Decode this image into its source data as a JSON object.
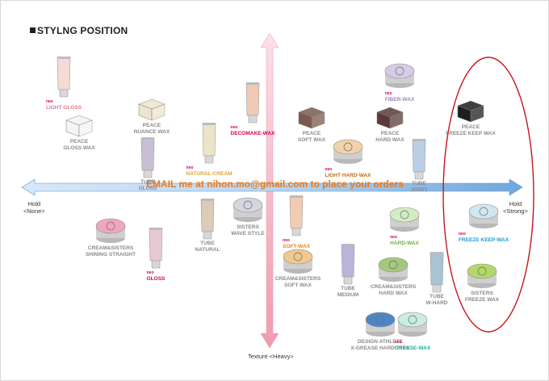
{
  "title": "STYLNG POSITION",
  "overlay_text": "EMAIL me at nihon.mo@gmail.com to place your orders",
  "axes": {
    "left_hold": "Hold",
    "left_hold_sub": "<None>",
    "right_hold": "Hold",
    "right_hold_sub": "<Strong>",
    "texture_bottom": "Texture <Heavy>"
  },
  "colors": {
    "axis_arrow": "#9dc3ea",
    "vertical_arrow": "#f5b8c4",
    "highlight_ellipse": "#c4161c"
  },
  "products": [
    {
      "id": "light-gloss",
      "brand": "",
      "name": "LIGHT GLOSS",
      "neo": true,
      "color": "#e8788a",
      "type": "tube",
      "tint": "#f4dcd6"
    },
    {
      "id": "nuance-wax",
      "brand": "PEACE",
      "name": "NUANCE WAX",
      "neo": false,
      "color": "#8a8a8a",
      "type": "cube",
      "tint": "#efe4cf"
    },
    {
      "id": "gloss-wax",
      "brand": "PEACE",
      "name": "GLOSS WAX",
      "neo": false,
      "color": "#8a8a8a",
      "type": "cube",
      "tint": "#f4f4f4"
    },
    {
      "id": "tube-gloss",
      "brand": "TUBE",
      "name": "GLOSS",
      "neo": false,
      "color": "#8a8a8a",
      "type": "tube",
      "tint": "#c9bfd4"
    },
    {
      "id": "natural-cream",
      "brand": "",
      "name": "NATURAL-CREAM",
      "neo": true,
      "color": "#e9a12c",
      "type": "tube",
      "tint": "#ece4c8"
    },
    {
      "id": "decomake-wax",
      "brand": "",
      "name": "DECOMAKE-WAX",
      "neo": true,
      "color": "#d6004e",
      "type": "tube",
      "tint": "#f1c9b4"
    },
    {
      "id": "soft-wax",
      "brand": "PEACE",
      "name": "SOFT WAX",
      "neo": false,
      "color": "#8a8a8a",
      "type": "cube",
      "tint": "#7a5a4e"
    },
    {
      "id": "hard-wax",
      "brand": "PEACE",
      "name": "HARD WAX",
      "neo": false,
      "color": "#8a8a8a",
      "type": "cube",
      "tint": "#5a3b36"
    },
    {
      "id": "fiber-wax",
      "brand": "",
      "name": "FIBER-WAX",
      "neo": true,
      "color": "#a083c4",
      "type": "jar",
      "tint": "#d7cbe8"
    },
    {
      "id": "light-hard-wax",
      "brand": "",
      "name": "LIGHT HARD-WAX",
      "neo": true,
      "color": "#c96a12",
      "type": "jar",
      "tint": "#f2d2a8"
    },
    {
      "id": "tube-jerry",
      "brand": "TUBE",
      "name": "JERRY",
      "neo": false,
      "color": "#8a8a8a",
      "type": "tube",
      "tint": "#b9cfe6"
    },
    {
      "id": "freeze-keep-wax-peace",
      "brand": "PEACE",
      "name": "FREEZE KEEP WAX",
      "neo": false,
      "color": "#8a8a8a",
      "type": "cube",
      "tint": "#1e1e22"
    },
    {
      "id": "shining-straight",
      "brand": "CREAM&SISTERS",
      "name": "SHINING STRAIGHT",
      "neo": false,
      "color": "#8a8a8a",
      "type": "jar",
      "tint": "#f2a5c2"
    },
    {
      "id": "gloss",
      "brand": "",
      "name": "GLOSS",
      "neo": true,
      "color": "#d6004e",
      "type": "tube",
      "tint": "#e9c8d6"
    },
    {
      "id": "tube-natural",
      "brand": "TUBE",
      "name": "NATURAL",
      "neo": false,
      "color": "#8a8a8a",
      "type": "tube",
      "tint": "#d9cdb8"
    },
    {
      "id": "wave-style",
      "brand": "SISTERS",
      "name": "WAVE STYLE",
      "neo": false,
      "color": "#8a8a8a",
      "type": "jar",
      "tint": "#d4d6e0"
    },
    {
      "id": "soft-wax-neo",
      "brand": "",
      "name": "SOFT-WAX",
      "neo": true,
      "color": "#e9861c",
      "type": "tube",
      "tint": "#f1cbb2"
    },
    {
      "id": "hard-wax-neo",
      "brand": "",
      "name": "HARD-WAX",
      "neo": true,
      "color": "#6db33f",
      "type": "jar",
      "tint": "#d4ecc2"
    },
    {
      "id": "freeze-keep-wax-neo",
      "brand": "",
      "name": "FREEZE KEEP-WAX",
      "neo": true,
      "color": "#1a9bd6",
      "type": "jar",
      "tint": "#cfe8ef"
    },
    {
      "id": "cs-soft-wax",
      "brand": "CREAM&SISTERS",
      "name": "SOFT WAX",
      "neo": false,
      "color": "#8a8a8a",
      "type": "jar",
      "tint": "#f0c890"
    },
    {
      "id": "tube-medium",
      "brand": "TUBE",
      "name": "MEDIUM",
      "neo": false,
      "color": "#8a8a8a",
      "type": "tube",
      "tint": "#b9b4d9"
    },
    {
      "id": "cs-hard-wax",
      "brand": "CREAM&SISTERS",
      "name": "HARD WAX",
      "neo": false,
      "color": "#8a8a8a",
      "type": "jar",
      "tint": "#a6c87c"
    },
    {
      "id": "tube-w-hard",
      "brand": "TUBE",
      "name": "W-HARD",
      "neo": false,
      "color": "#8a8a8a",
      "type": "tube",
      "tint": "#a9c3d4"
    },
    {
      "id": "sisters-freeze-wax",
      "brand": "SISTERS",
      "name": "FREEZE WAX",
      "neo": false,
      "color": "#8a8a8a",
      "type": "jar",
      "tint": "#b2d86a"
    },
    {
      "id": "x-grease",
      "brand": "DESIGN ATHLETE",
      "name": "X-GREASE HARD TYPE",
      "neo": false,
      "color": "#8a8a8a",
      "type": "jar",
      "tint": "#4d86c6"
    },
    {
      "id": "grease-wax",
      "brand": "",
      "name": "GREASE-WAX",
      "neo": true,
      "color": "#1fae9c",
      "type": "jar",
      "tint": "#c9ece4"
    }
  ]
}
